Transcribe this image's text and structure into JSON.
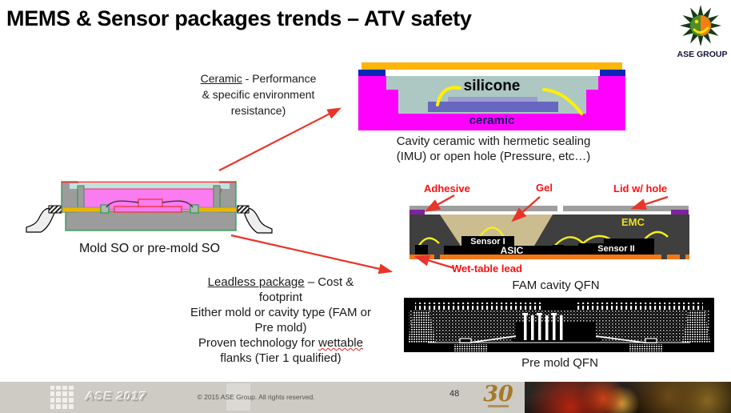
{
  "slide": {
    "title": "MEMS & Sensor packages trends – ATV safety",
    "page_number": "48"
  },
  "logo": {
    "caption": "ASE GROUP"
  },
  "anniversary": {
    "number": "30"
  },
  "footer": {
    "brand": "ASE 2017",
    "copyright": "© 2015 ASE Group. All rights reserved."
  },
  "ceramic_note": {
    "lead": "Ceramic",
    "line1_rest": " - Performance",
    "line2": "& specific environment",
    "line3": "resistance)"
  },
  "ceramic_diagram": {
    "label_silicone": "silicone",
    "label_ceramic": "ceramic",
    "caption_line1": "Cavity ceramic with hermetic sealing",
    "caption_line2": "(IMU) or open hole (Pressure, etc…)"
  },
  "moldso": {
    "caption": "Mold SO or pre-mold SO"
  },
  "fam": {
    "caption": "FAM cavity QFN",
    "label_adhesive": "Adhesive",
    "label_gel": "Gel",
    "label_lid": "Lid w/ hole",
    "label_wettable": "Wet-table lead",
    "label_emc": "EMC",
    "label_sensor1": "Sensor I",
    "label_asic": "ASIC",
    "label_sensor2": "Sensor II"
  },
  "premold": {
    "caption": "Pre mold QFN"
  },
  "leadless_note": {
    "lead": "Leadless package",
    "line1_rest": " – Cost &",
    "line2": "footprint",
    "line3": "Either mold or cavity type (FAM or",
    "line4": "Pre mold)",
    "line5_pre": "Proven technology for ",
    "line5_wavy": "wettable",
    "line6": "flanks (Tier 1 qualified)"
  },
  "colors": {
    "accent_red": "#e8352a",
    "magenta": "#ff00ff",
    "lid_orange": "#ffb408",
    "corner_blue": "#0a28b8",
    "emc_dark": "#3f3f3f",
    "lead_orange": "#f07818",
    "gel_tan": "#ccbd90",
    "wire_yellow": "#f2ef1d",
    "adhesive_purple": "#7e22a0"
  }
}
